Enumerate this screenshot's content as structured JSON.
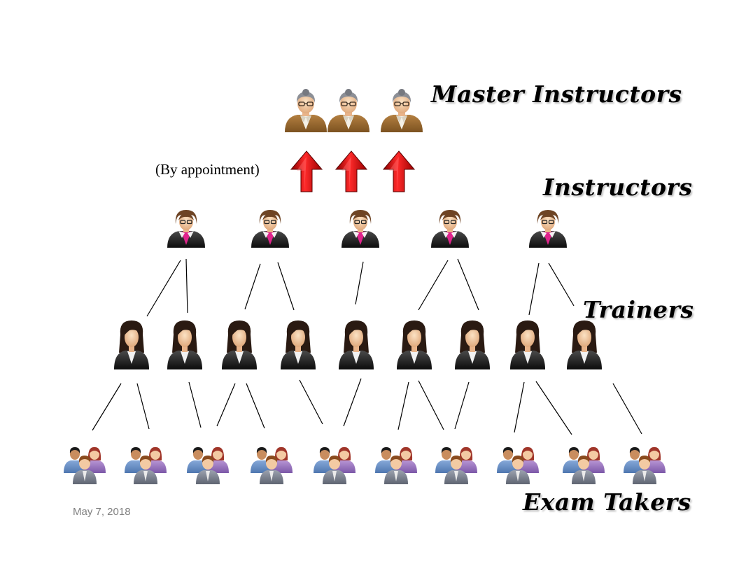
{
  "labels": {
    "master_instructors": "Master Instructors",
    "instructors": "Instructors",
    "trainers": "Trainers",
    "exam_takers": "Exam Takers",
    "appointment_note": "(By appointment)"
  },
  "footer": {
    "date": "May 7, 2018"
  },
  "icons": {
    "master_instructor": "master-instructor-icon",
    "instructor": "instructor-icon",
    "trainer": "trainer-icon",
    "exam_taker_group": "exam-taker-group-icon",
    "promotion_arrow": "up-arrow-icon"
  },
  "colors": {
    "arrow_red": "#d90000",
    "master_jacket": "#9a6a2c",
    "instructor_accent": "#e0238c",
    "suit_dark": "#1c1c1c",
    "connector": "#000000",
    "date_gray": "#7f7f7f"
  },
  "tiers": {
    "master_instructors_count": 3,
    "instructors_count": 5,
    "trainers_count": 9,
    "exam_taker_groups_count": 10,
    "promotion_arrows_count": 3
  }
}
